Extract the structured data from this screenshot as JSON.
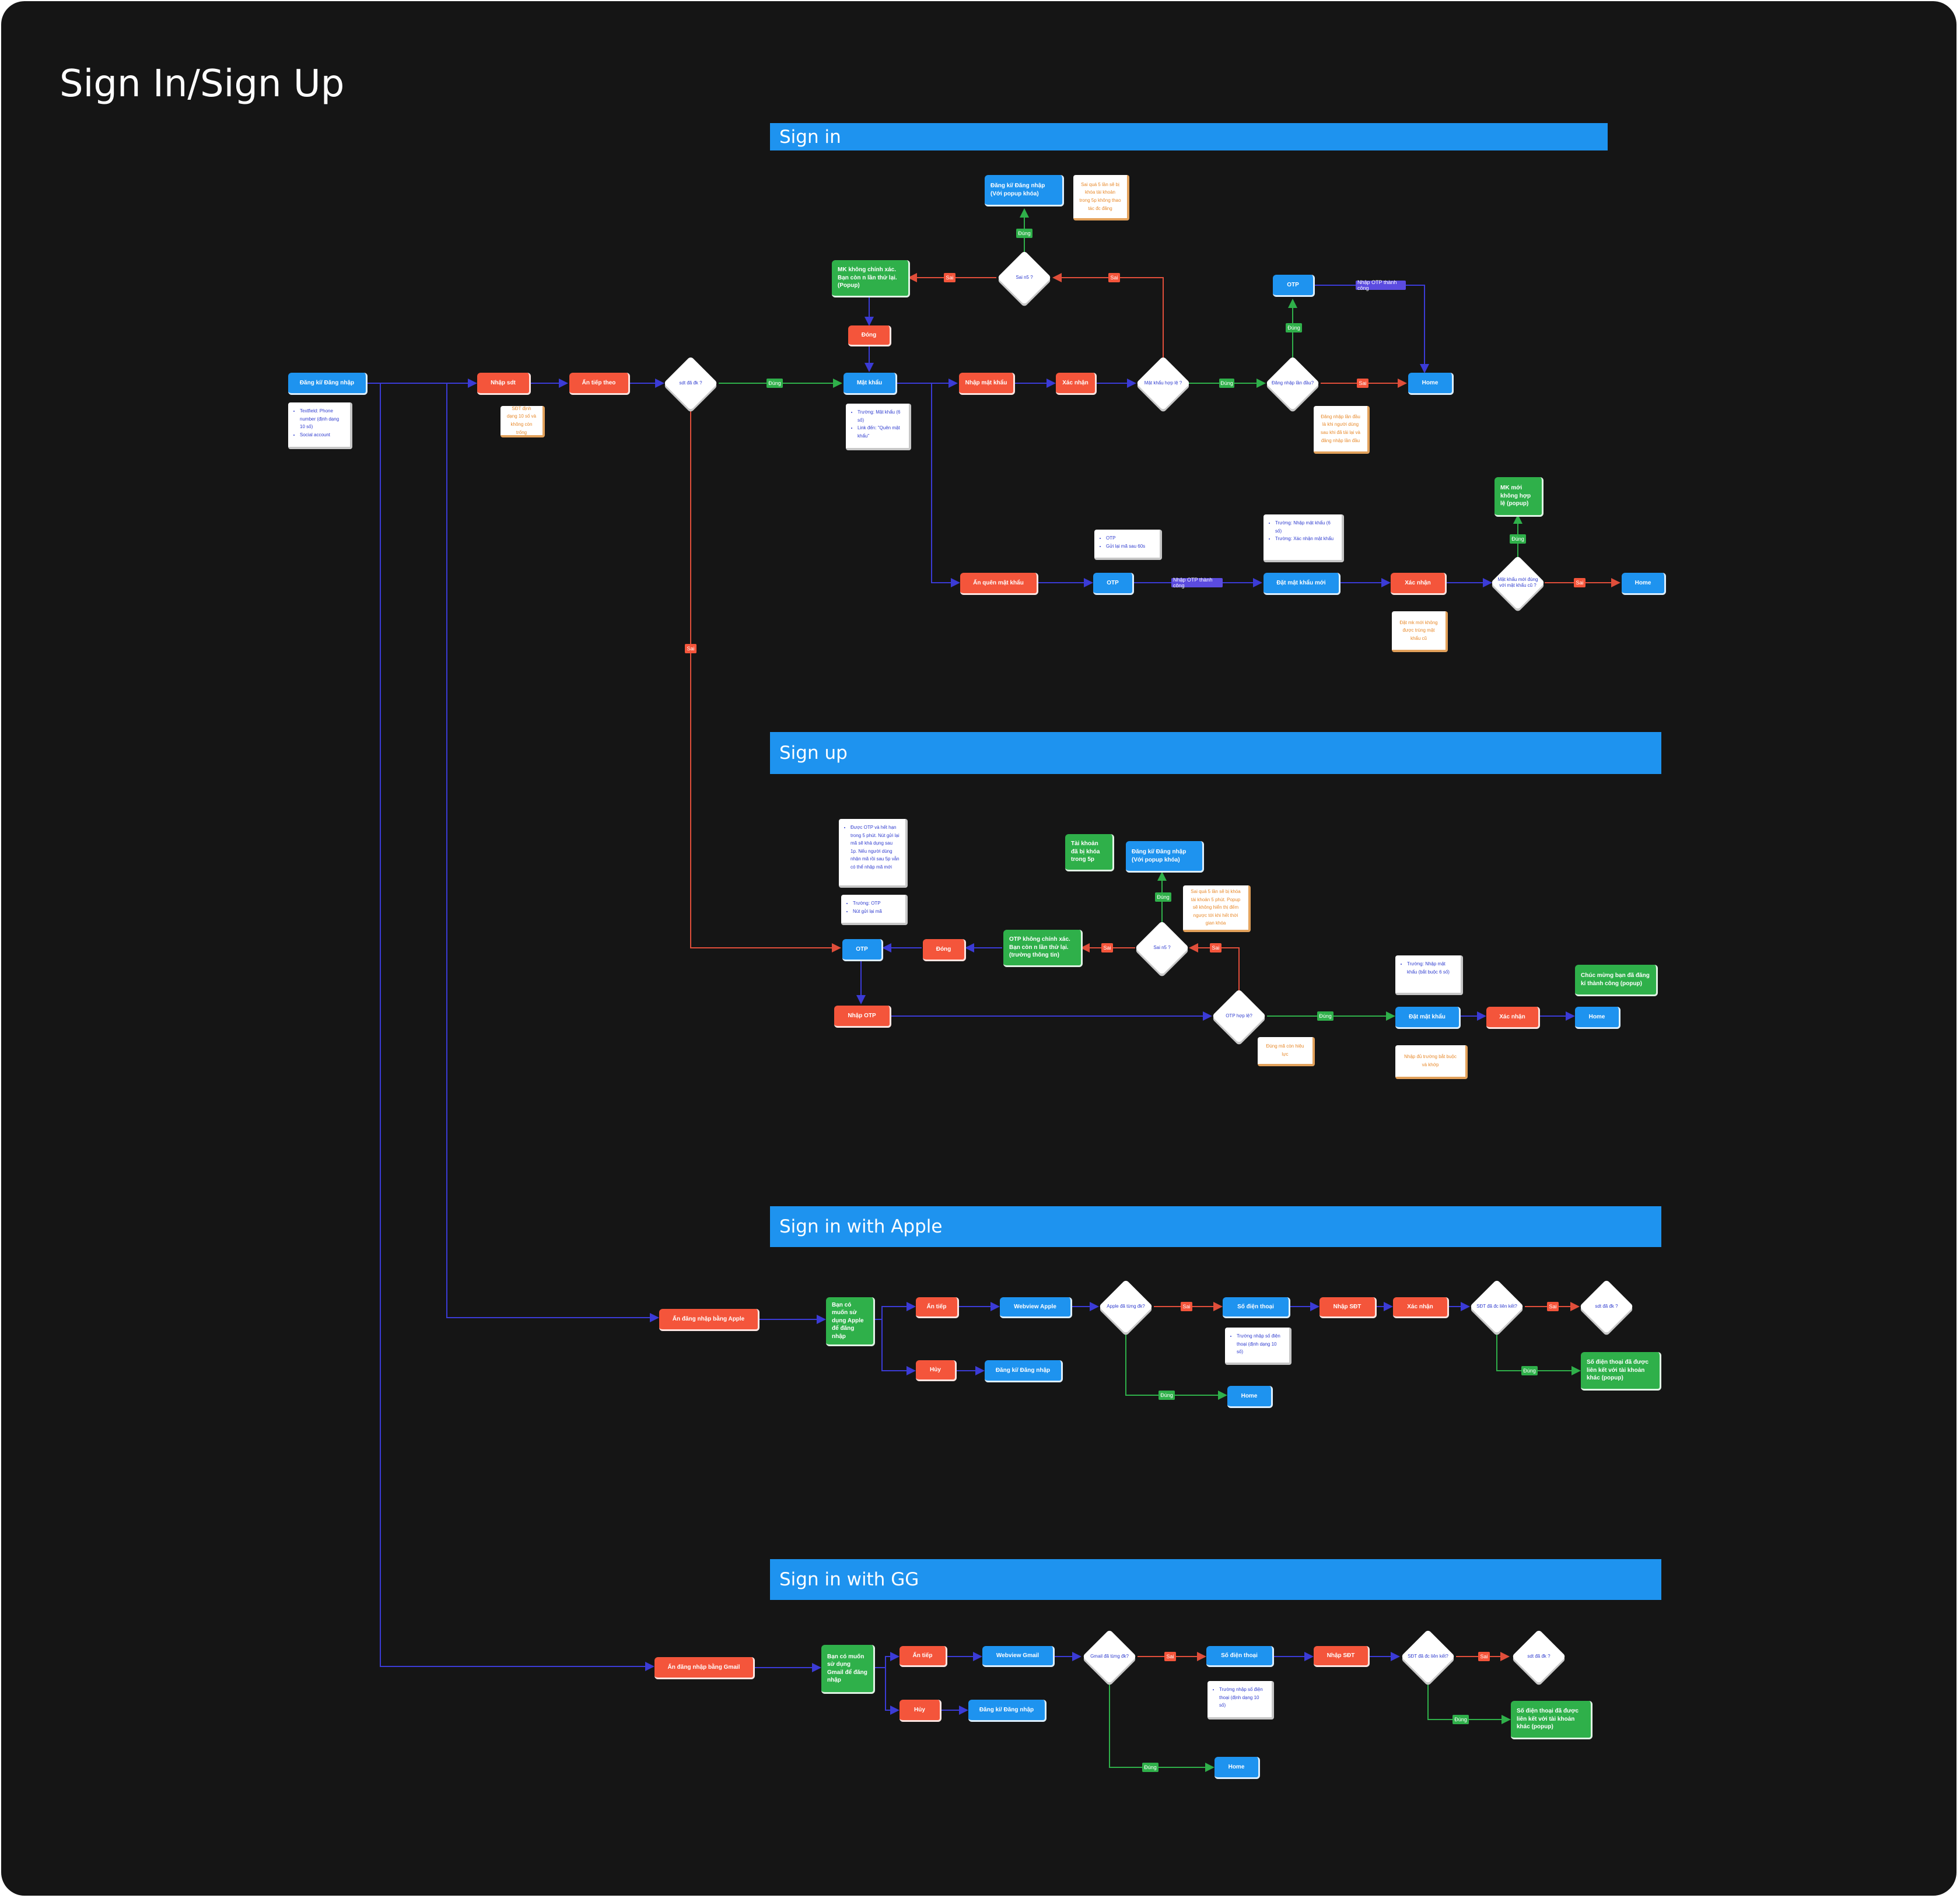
{
  "title": "Sign In/Sign Up",
  "sections": {
    "signin": "Sign in",
    "signup": "Sign up",
    "apple": "Sign in with Apple",
    "gg": "Sign in with GG"
  },
  "nodes": {
    "start": "Đăng kí/ Đăng nhập",
    "nhap_sdt": "Nhập sdt",
    "an_tiep_theo": "Ấn tiếp theo",
    "mat_khau": "Mật khẩu",
    "nhap_mat_khau": "Nhập mật khẩu",
    "xac_nhan": "Xác nhận",
    "home": "Home",
    "otp": "OTP",
    "sai_popup": "Đăng kí/ Đăng nhập (Với popup khóa)",
    "mk_khong_chinh_xac": "MK không chính xác. Bạn còn n lần thử lại. (Popup)",
    "dong": "Đóng",
    "an_quen_mk": "Ấn quên mật khẩu",
    "otp2": "OTP",
    "dat_mk_moi": "Đặt mật khẩu mới",
    "xac_nhan2": "Xác nhận",
    "mk_moi_khong_hop_le": "MK mới không hợp lệ (popup)",
    "home2": "Home",
    "su_tai_khoan_bi_khoa": "Tài khoản đã bị khóa trong 5p",
    "su_dangki_popup": "Đăng kí/ Đăng nhập (Với popup khóa)",
    "su_otp": "OTP",
    "su_dong": "Đóng",
    "su_otp_khong_chinh_xac": "OTP không chính xác. Bạn còn n lần thử lại. (trường thông tin)",
    "su_nhap_otp": "Nhập OTP",
    "su_dat_mk": "Đặt mật khẩu",
    "su_xac_nhan": "Xác nhận",
    "su_home": "Home",
    "su_chuc_mung": "Chúc mừng bạn đã đăng kí thành công (popup)",
    "ap_an_dang_nhap": "Ấn đăng nhập bằng Apple",
    "ap_ban_co_muon": "Bạn có muốn sử dụng Apple để đăng nhập",
    "ap_an_tiep": "Ấn tiếp",
    "ap_huy": "Hủy",
    "ap_webview": "Webview Apple",
    "ap_dangki": "Đăng kí/ Đăng nhập",
    "ap_so_dien_thoai": "Số điện thoại",
    "ap_nhap_sdt": "Nhập SĐT",
    "ap_xac_nhan": "Xác nhận",
    "ap_home": "Home",
    "ap_sdt_da_lien_ket": "Số điện thoại đã được liên kết với tài khoản khác (popup)",
    "gg_an_dang_nhap": "Ấn đăng nhập bằng Gmail",
    "gg_ban_co_muon": "Bạn có muốn sử dụng Gmail để đăng nhập",
    "gg_an_tiep": "Ấn tiếp",
    "gg_huy": "Hủy",
    "gg_webview": "Webview Gmail",
    "gg_dangki": "Đăng kí/ Đăng nhập",
    "gg_so_dien_thoai": "Số điện thoại",
    "gg_nhap_sdt": "Nhập SĐT",
    "gg_home": "Home",
    "gg_sdt_da_lien_ket": "Số điện thoại đã được liên kết với tài khoản khác (popup)"
  },
  "diamonds": {
    "sdt_da_dk": "sdt đã đk ?",
    "sai_n_lan": "Sai n5 ?",
    "mat_khau_hop_le": "Mật khẩu hợp lệ ?",
    "dang_nhap_lan_dau": "Đăng nhập lần đầu?",
    "mk_moi_hop_le": "Mật khẩu mới đúng với mật khẩu cũ ?",
    "su_sai_n_lan": "Sai n5 ?",
    "su_otp_hop_le": "OTP hợp lệ?",
    "ap_apple_da_tung_dk": "Apple đã từng đk?",
    "ap_sdt_da_lien_ket": "SĐT đã đc liên kết?",
    "ap_sdt_da_dk": "sdt đã đk ?",
    "gg_gmail_da_tung_dk": "Gmail đã từng đk?",
    "gg_sdt_da_lien_ket": "SĐT đã đc liên kết?",
    "gg_sdt_da_dk": "sdt đã đk ?"
  },
  "notes": {
    "start_fields": [
      "Textfield: Phone number (định dạng 10 số)",
      "Social account"
    ],
    "sdt_orange": "SĐT định dạng 10 số và không còn trống",
    "mat_khau_fields": [
      "Trường: Mật khẩu (6 số)",
      "Link đến: \"Quên mật khẩu\""
    ],
    "sai_orange": "Sai quá 5 lần sẽ bị khóa tài khoản trong 5p không thao tác đc đăng",
    "dang_nhap_orange": "Đăng nhập lần đầu là khi người dùng sau khi đã tải lại và đăng nhập lần đầu",
    "otp_fields": [
      "OTP",
      "Gửi lại mã sau 60s"
    ],
    "dat_mk_fields": [
      "Trường: Nhập mật khẩu (6 số)",
      "Trường: Xác nhận mật khẩu"
    ],
    "mk_moi_orange": "Đặt mk mới không được trùng mật khẩu cũ",
    "su_otp_info": [
      "Được OTP và hết hạn trong 5 phút. Nút gửi lại mã sẽ khả dụng sau 1p. Nếu người dùng nhận mã rồi sau 5p vẫn có thể nhập mã mới"
    ],
    "su_otp_fields": [
      "Trường: OTP",
      "Nút gửi lại mã"
    ],
    "su_sai_orange": "Sai quá 5 lần sẽ bị khóa tài khoản 5 phút. Popup sẽ không hiển thị đếm ngược tới khi hết thời gian khóa",
    "su_otp_orange": "Đúng mã còn hiệu lực",
    "su_dat_mk_fields": [
      "Trường: Nhập mật khẩu (bắt buộc 6 số)"
    ],
    "su_dat_mk_orange": "Nhập đủ trường bắt buộc và khớp",
    "ap_sdt_fields": [
      "Trường nhập số điện thoại (định dạng 10 số)"
    ],
    "gg_sdt_fields": [
      "Trường nhập số điện thoại (định dạng 10 số)"
    ]
  },
  "edge_labels": {
    "dung": "Đúng",
    "sai": "Sai",
    "nhap_otp_thanh_cong": "Nhập OTP thành công"
  },
  "colors": {
    "board": "#151515",
    "banner": "#1e93ef",
    "blue_node": "#1e93ef",
    "red_node": "#f4553b",
    "green_node": "#2fb04a",
    "connector": "#3b3bd6",
    "connector_green": "#2fb04a",
    "connector_red": "#e04e3a"
  }
}
